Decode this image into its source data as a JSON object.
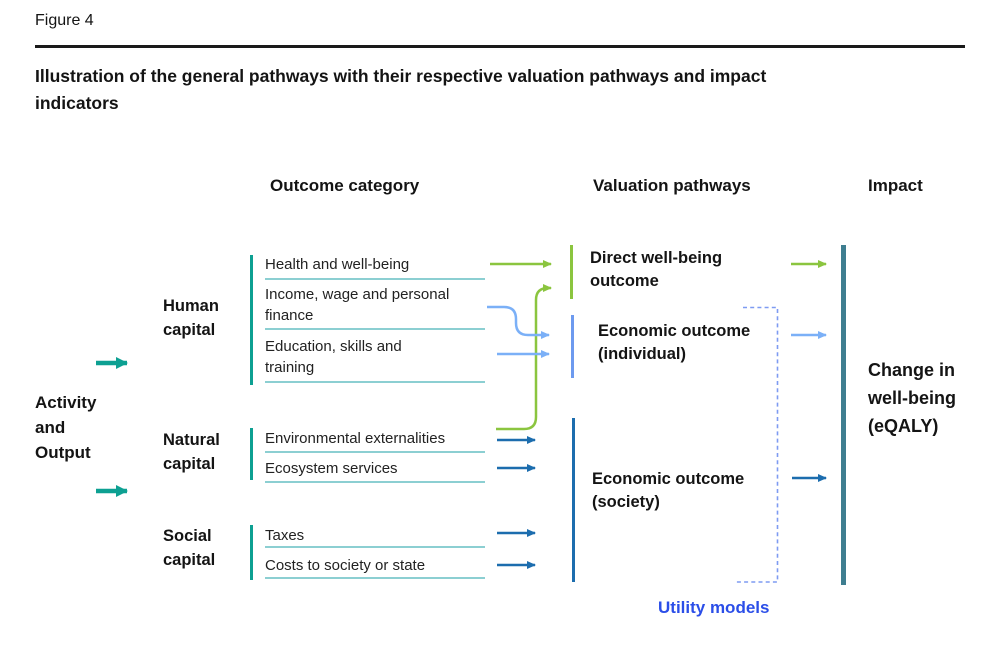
{
  "figure": {
    "label": "Figure 4",
    "title": "Illustration of the general pathways with their respective valuation pathways and impact\nindicators"
  },
  "columns": {
    "outcome": "Outcome category",
    "valuation": "Valuation pathways",
    "impact": "Impact"
  },
  "activity": {
    "label": "Activity\nand\nOutput"
  },
  "capitals": [
    {
      "label": "Human\ncapital"
    },
    {
      "label": "Natural\ncapital"
    },
    {
      "label": "Social\ncapital"
    }
  ],
  "outcomes": [
    {
      "label": "Health and well-being"
    },
    {
      "label": "Income, wage and personal\nfinance"
    },
    {
      "label": "Education, skills and\ntraining"
    },
    {
      "label": "Environmental externalities"
    },
    {
      "label": "Ecosystem services"
    },
    {
      "label": "Taxes"
    },
    {
      "label": "Costs to society or state"
    }
  ],
  "pathways": [
    {
      "label": "Direct well-being\noutcome"
    },
    {
      "label": "Economic outcome\n(individual)"
    },
    {
      "label": "Economic outcome\n(society)"
    }
  ],
  "impact": {
    "label": "Change in\nwell-being\n(eQALY)"
  },
  "utility": {
    "label": "Utility models"
  },
  "icons": {
    "arrow": "right-arrow-icon"
  },
  "flows": [
    {
      "from": "Activity and Output",
      "to": "Human capital",
      "color": "teal"
    },
    {
      "from": "Activity and Output",
      "to": "Natural/Social capital",
      "color": "teal"
    },
    {
      "from": "Health and well-being",
      "to": "Direct well-being outcome",
      "color": "green"
    },
    {
      "from": "Environmental externalities",
      "to": "Direct well-being outcome",
      "color": "green"
    },
    {
      "from": "Income, wage and personal finance",
      "to": "Economic outcome (individual)",
      "color": "light_blue"
    },
    {
      "from": "Education, skills and training",
      "to": "Economic outcome (individual)",
      "color": "light_blue"
    },
    {
      "from": "Environmental externalities",
      "to": "Economic outcome (society)",
      "color": "dark_blue"
    },
    {
      "from": "Ecosystem services",
      "to": "Economic outcome (society)",
      "color": "dark_blue"
    },
    {
      "from": "Taxes",
      "to": "Economic outcome (society)",
      "color": "dark_blue"
    },
    {
      "from": "Costs to society or state",
      "to": "Economic outcome (society)",
      "color": "dark_blue"
    },
    {
      "from": "Direct well-being outcome",
      "to": "Change in well-being (eQALY)",
      "color": "green"
    },
    {
      "from": "Economic outcome (individual)",
      "to": "Change in well-being (eQALY)",
      "color": "light_blue"
    },
    {
      "from": "Economic outcome (society)",
      "to": "Change in well-being (eQALY)",
      "color": "dark_blue"
    },
    {
      "from": "Utility models",
      "to": "Economic outcomes (individual and society)",
      "color": "dashed_blue"
    }
  ],
  "colors": {
    "teal": "#0da092",
    "light-teal": "#8ccfd2",
    "green": "#8bc53f",
    "light-blue": "#7bb0f7",
    "light-blue-bar": "#6d9aef",
    "dark-blue": "#1c6dae",
    "impact-bar": "#3e7e90",
    "dashed-blue": "#7e9bf2",
    "utility-blue": "#2b4ee8",
    "text": "#141414"
  }
}
